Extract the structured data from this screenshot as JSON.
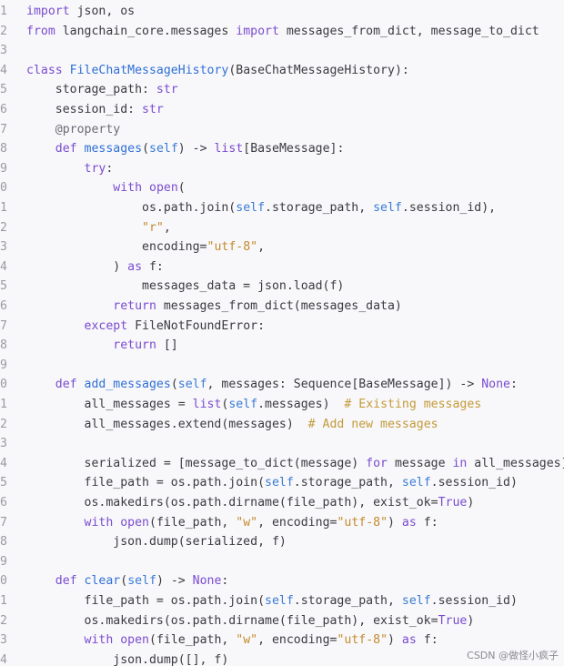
{
  "editor": {
    "lines": [
      {
        "n": "1",
        "t": [
          [
            "kw",
            "import"
          ],
          [
            "p",
            " json, os"
          ]
        ]
      },
      {
        "n": "2",
        "t": [
          [
            "kw",
            "from"
          ],
          [
            "p",
            " langchain_core.messages "
          ],
          [
            "kw",
            "import"
          ],
          [
            "p",
            " messages_from_dict, message_to_dict"
          ]
        ]
      },
      {
        "n": "3",
        "t": []
      },
      {
        "n": "4",
        "t": [
          [
            "kw",
            "class"
          ],
          [
            "p",
            " "
          ],
          [
            "fn",
            "FileChatMessageHistory"
          ],
          [
            "p",
            "(BaseChatMessageHistory):"
          ]
        ]
      },
      {
        "n": "5",
        "t": [
          [
            "p",
            "    storage_path: "
          ],
          [
            "kw",
            "str"
          ]
        ]
      },
      {
        "n": "6",
        "t": [
          [
            "p",
            "    session_id: "
          ],
          [
            "kw",
            "str"
          ]
        ]
      },
      {
        "n": "7",
        "t": [
          [
            "dec",
            "    @property"
          ]
        ]
      },
      {
        "n": "8",
        "t": [
          [
            "kw",
            "    def"
          ],
          [
            "p",
            " "
          ],
          [
            "fn",
            "messages"
          ],
          [
            "p",
            "("
          ],
          [
            "bi",
            "self"
          ],
          [
            "p",
            ") -> "
          ],
          [
            "kw",
            "list"
          ],
          [
            "p",
            "[BaseMessage]:"
          ]
        ]
      },
      {
        "n": "9",
        "t": [
          [
            "kw",
            "        try"
          ],
          [
            "p",
            ":"
          ]
        ]
      },
      {
        "n": "0",
        "t": [
          [
            "kw",
            "            with"
          ],
          [
            "p",
            " "
          ],
          [
            "kw",
            "open"
          ],
          [
            "p",
            "("
          ]
        ]
      },
      {
        "n": "1",
        "t": [
          [
            "p",
            "                os.path.join("
          ],
          [
            "bi",
            "self"
          ],
          [
            "p",
            ".storage_path, "
          ],
          [
            "bi",
            "self"
          ],
          [
            "p",
            ".session_id),"
          ]
        ]
      },
      {
        "n": "2",
        "t": [
          [
            "str",
            "                \"r\""
          ],
          [
            "p",
            ","
          ]
        ]
      },
      {
        "n": "3",
        "t": [
          [
            "p",
            "                encoding="
          ],
          [
            "str",
            "\"utf-8\""
          ],
          [
            "p",
            ","
          ]
        ]
      },
      {
        "n": "4",
        "t": [
          [
            "p",
            "            ) "
          ],
          [
            "kw",
            "as"
          ],
          [
            "p",
            " f:"
          ]
        ]
      },
      {
        "n": "5",
        "t": [
          [
            "p",
            "                messages_data = json.load(f)"
          ]
        ]
      },
      {
        "n": "6",
        "t": [
          [
            "kw",
            "            return"
          ],
          [
            "p",
            " messages_from_dict(messages_data)"
          ]
        ]
      },
      {
        "n": "7",
        "t": [
          [
            "kw",
            "        except"
          ],
          [
            "p",
            " FileNotFoundError:"
          ]
        ]
      },
      {
        "n": "8",
        "t": [
          [
            "kw",
            "            return"
          ],
          [
            "p",
            " []"
          ]
        ]
      },
      {
        "n": "9",
        "t": []
      },
      {
        "n": "0",
        "t": [
          [
            "kw",
            "    def"
          ],
          [
            "p",
            " "
          ],
          [
            "fn",
            "add_messages"
          ],
          [
            "p",
            "("
          ],
          [
            "bi",
            "self"
          ],
          [
            "p",
            ", messages: Sequence[BaseMessage]) -> "
          ],
          [
            "kw",
            "None"
          ],
          [
            "p",
            ":"
          ]
        ]
      },
      {
        "n": "1",
        "t": [
          [
            "p",
            "        all_messages = "
          ],
          [
            "kw",
            "list"
          ],
          [
            "p",
            "("
          ],
          [
            "bi",
            "self"
          ],
          [
            "p",
            ".messages)  "
          ],
          [
            "cm",
            "# Existing messages"
          ]
        ]
      },
      {
        "n": "2",
        "t": [
          [
            "p",
            "        all_messages.extend(messages)  "
          ],
          [
            "cm",
            "# Add new messages"
          ]
        ]
      },
      {
        "n": "3",
        "t": []
      },
      {
        "n": "4",
        "t": [
          [
            "p",
            "        serialized = [message_to_dict(message) "
          ],
          [
            "kw",
            "for"
          ],
          [
            "p",
            " message "
          ],
          [
            "kw",
            "in"
          ],
          [
            "p",
            " all_messages]"
          ]
        ]
      },
      {
        "n": "5",
        "t": [
          [
            "p",
            "        file_path = os.path.join("
          ],
          [
            "bi",
            "self"
          ],
          [
            "p",
            ".storage_path, "
          ],
          [
            "bi",
            "self"
          ],
          [
            "p",
            ".session_id)"
          ]
        ]
      },
      {
        "n": "6",
        "t": [
          [
            "p",
            "        os.makedirs(os.path.dirname(file_path), exist_ok="
          ],
          [
            "kw",
            "True"
          ],
          [
            "p",
            ")"
          ]
        ]
      },
      {
        "n": "7",
        "t": [
          [
            "kw",
            "        with"
          ],
          [
            "p",
            " "
          ],
          [
            "kw",
            "open"
          ],
          [
            "p",
            "(file_path, "
          ],
          [
            "str",
            "\"w\""
          ],
          [
            "p",
            ", encoding="
          ],
          [
            "str",
            "\"utf-8\""
          ],
          [
            "p",
            ") "
          ],
          [
            "kw",
            "as"
          ],
          [
            "p",
            " f:"
          ]
        ]
      },
      {
        "n": "8",
        "t": [
          [
            "p",
            "            json.dump(serialized, f)"
          ]
        ]
      },
      {
        "n": "9",
        "t": []
      },
      {
        "n": "0",
        "t": [
          [
            "kw",
            "    def"
          ],
          [
            "p",
            " "
          ],
          [
            "fn",
            "clear"
          ],
          [
            "p",
            "("
          ],
          [
            "bi",
            "self"
          ],
          [
            "p",
            ") -> "
          ],
          [
            "kw",
            "None"
          ],
          [
            "p",
            ":"
          ]
        ]
      },
      {
        "n": "1",
        "t": [
          [
            "p",
            "        file_path = os.path.join("
          ],
          [
            "bi",
            "self"
          ],
          [
            "p",
            ".storage_path, "
          ],
          [
            "bi",
            "self"
          ],
          [
            "p",
            ".session_id)"
          ]
        ]
      },
      {
        "n": "2",
        "t": [
          [
            "p",
            "        os.makedirs(os.path.dirname(file_path), exist_ok="
          ],
          [
            "kw",
            "True"
          ],
          [
            "p",
            ")"
          ]
        ]
      },
      {
        "n": "3",
        "t": [
          [
            "kw",
            "        with"
          ],
          [
            "p",
            " "
          ],
          [
            "kw",
            "open"
          ],
          [
            "p",
            "(file_path, "
          ],
          [
            "str",
            "\"w\""
          ],
          [
            "p",
            ", encoding="
          ],
          [
            "str",
            "\"utf-8\""
          ],
          [
            "p",
            ") "
          ],
          [
            "kw",
            "as"
          ],
          [
            "p",
            " f:"
          ]
        ]
      },
      {
        "n": "4",
        "t": [
          [
            "p",
            "            json.dump([], f)"
          ]
        ]
      }
    ]
  },
  "watermark": "CSDN @做怪小疯子",
  "colors": {
    "background": "#f8f8fa",
    "keyword": "#7a4bd0",
    "function": "#2f6fd6",
    "string": "#c48a2e",
    "comment": "#c49a3a"
  }
}
